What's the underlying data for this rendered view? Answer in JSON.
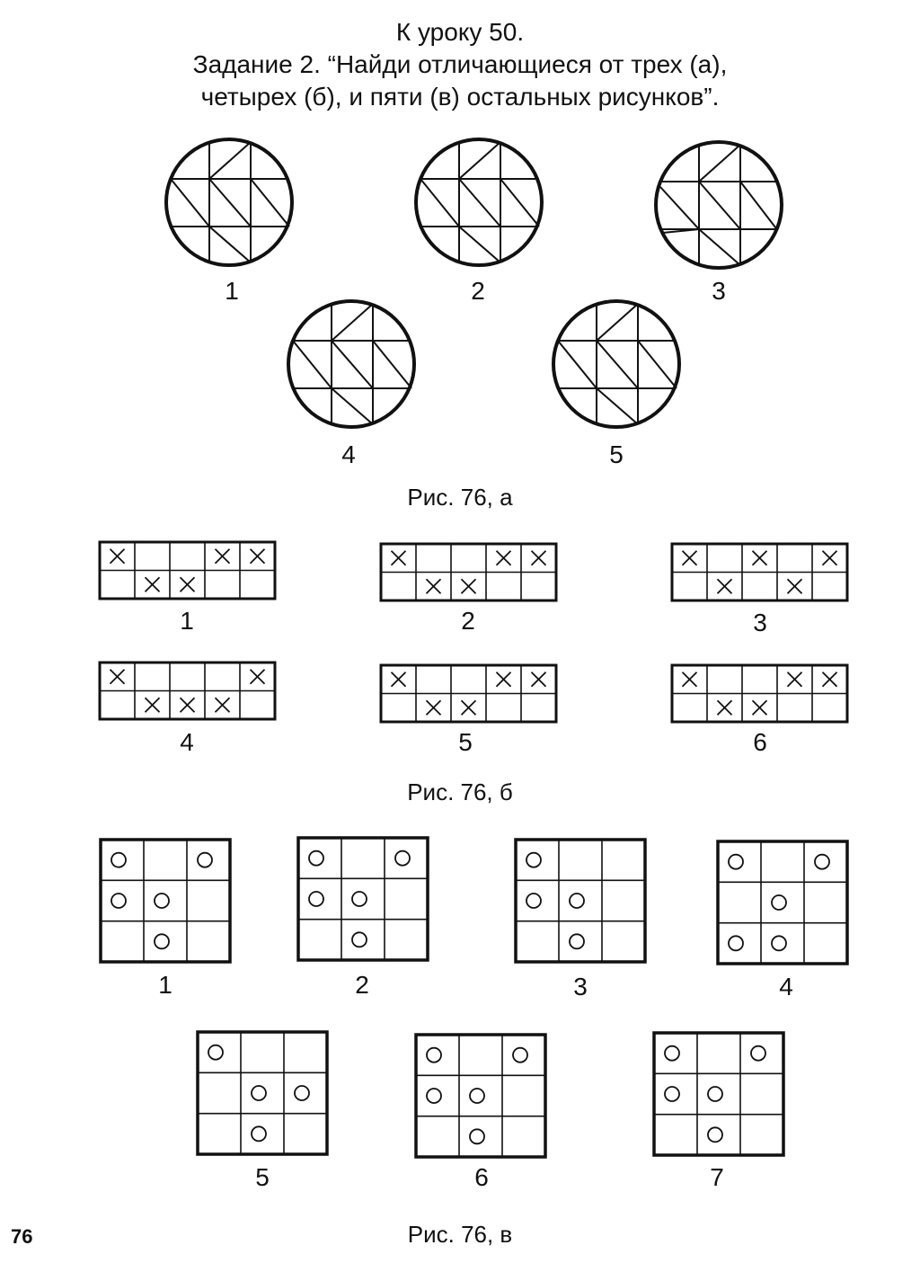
{
  "header": {
    "lesson": "К уроку 50.",
    "task_line1": "Задание 2. “Найди отличающиеся от трех (а),",
    "task_line2": "четырех (б), и пяти (в) остальных рисунков”."
  },
  "fig_a": {
    "caption": "Рис. 76, а",
    "items": [
      {
        "label": "1",
        "pattern": "A"
      },
      {
        "label": "2",
        "pattern": "A"
      },
      {
        "label": "3",
        "pattern": "B"
      },
      {
        "label": "4",
        "pattern": "A"
      },
      {
        "label": "5",
        "pattern": "A"
      }
    ]
  },
  "fig_b": {
    "caption": "Рис. 76, б",
    "items": [
      {
        "label": "1",
        "marks": [
          [
            1,
            0,
            0,
            1,
            1
          ],
          [
            0,
            1,
            1,
            0,
            0
          ]
        ]
      },
      {
        "label": "2",
        "marks": [
          [
            1,
            0,
            0,
            1,
            1
          ],
          [
            0,
            1,
            1,
            0,
            0
          ]
        ]
      },
      {
        "label": "3",
        "marks": [
          [
            1,
            0,
            1,
            0,
            1
          ],
          [
            0,
            1,
            0,
            1,
            0
          ]
        ]
      },
      {
        "label": "4",
        "marks": [
          [
            1,
            0,
            0,
            0,
            1
          ],
          [
            0,
            1,
            1,
            1,
            0
          ]
        ]
      },
      {
        "label": "5",
        "marks": [
          [
            1,
            0,
            0,
            1,
            1
          ],
          [
            0,
            1,
            1,
            0,
            0
          ]
        ]
      },
      {
        "label": "6",
        "marks": [
          [
            1,
            0,
            0,
            1,
            1
          ],
          [
            0,
            1,
            1,
            0,
            0
          ]
        ]
      }
    ]
  },
  "fig_c": {
    "caption": "Рис. 76, в",
    "items": [
      {
        "label": "1",
        "marks": [
          [
            1,
            0,
            1
          ],
          [
            1,
            1,
            0
          ],
          [
            0,
            1,
            0
          ]
        ]
      },
      {
        "label": "2",
        "marks": [
          [
            1,
            0,
            1
          ],
          [
            1,
            1,
            0
          ],
          [
            0,
            1,
            0
          ]
        ]
      },
      {
        "label": "3",
        "marks": [
          [
            1,
            0,
            0
          ],
          [
            1,
            1,
            0
          ],
          [
            0,
            1,
            0
          ]
        ]
      },
      {
        "label": "4",
        "marks": [
          [
            1,
            0,
            1
          ],
          [
            0,
            1,
            0
          ],
          [
            1,
            1,
            0
          ]
        ]
      },
      {
        "label": "5",
        "marks": [
          [
            1,
            0,
            0
          ],
          [
            0,
            1,
            1
          ],
          [
            0,
            1,
            0
          ]
        ]
      },
      {
        "label": "6",
        "marks": [
          [
            1,
            0,
            1
          ],
          [
            1,
            1,
            0
          ],
          [
            0,
            1,
            0
          ]
        ]
      },
      {
        "label": "7",
        "marks": [
          [
            1,
            0,
            1
          ],
          [
            1,
            1,
            0
          ],
          [
            0,
            1,
            0
          ]
        ]
      }
    ]
  },
  "page_number": "76"
}
